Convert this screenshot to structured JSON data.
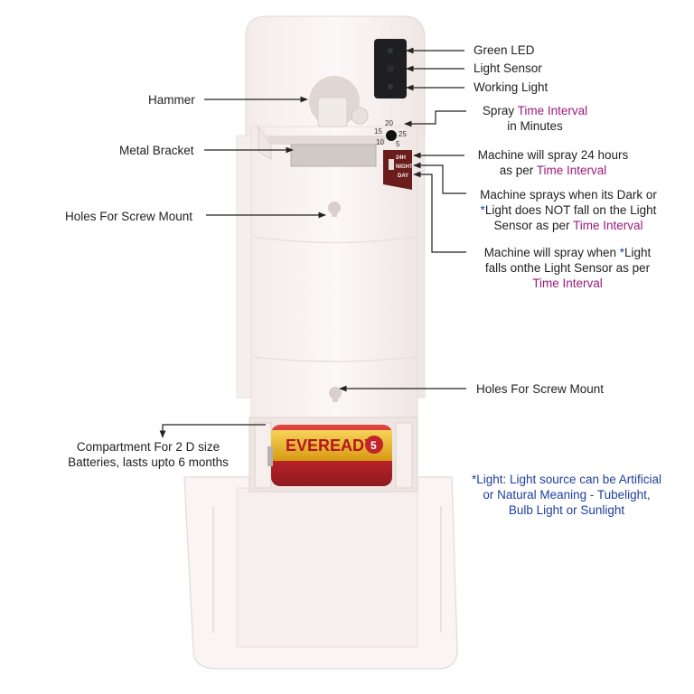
{
  "title": "",
  "colors": {
    "text": "#222222",
    "time_interval": "#9b1b7a",
    "footnote": "#1f3f9e",
    "device_body": "#fbf6f5",
    "battery_label": "#c1242b",
    "battery_band": "#e6b21a"
  },
  "callouts": {
    "green_led": "Green LED",
    "light_sensor": "Light Sensor",
    "working_light": "Working Light",
    "hammer": "Hammer",
    "metal_bracket": "Metal Bracket",
    "holes_upper": "Holes For Screw Mount",
    "holes_lower": "Holes For Screw Mount",
    "spray_interval": {
      "line1_prefix": "Spray ",
      "line1_highlight": "Time Interval",
      "line2": "in Minutes"
    },
    "mode_24h": {
      "line1": "Machine will spray 24 hours",
      "line2_prefix": "as per ",
      "line2_highlight": "Time Interval"
    },
    "mode_night": {
      "line1": "Machine sprays when its Dark or",
      "line2_star": "*",
      "line2_rest": "Light does NOT fall on the Light",
      "line3_prefix": "Sensor as per ",
      "line3_highlight": "Time Interval"
    },
    "mode_day": {
      "line1_prefix": "Machine will spray when ",
      "line1_star": "*",
      "line1_rest": "Light",
      "line2": "falls onthe Light Sensor as per",
      "line3_highlight": "Time Interval"
    },
    "compartment": {
      "line1": "Compartment For 2 D size",
      "line2": "Batteries, lasts upto 6 months"
    }
  },
  "footnote": {
    "line1": "*Light: Light source can be Artificial",
    "line2": "or Natural Meaning - Tubelight,",
    "line3": "Bulb Light or Sunlight"
  },
  "dial": {
    "t20": "20",
    "t15": "15",
    "t25": "25",
    "t10": "10",
    "t5": "5"
  },
  "switch": {
    "h24": "24H",
    "night": "NIGHT",
    "day": "DAY"
  },
  "battery": {
    "brand": "EVEREADY",
    "badge": "5"
  }
}
